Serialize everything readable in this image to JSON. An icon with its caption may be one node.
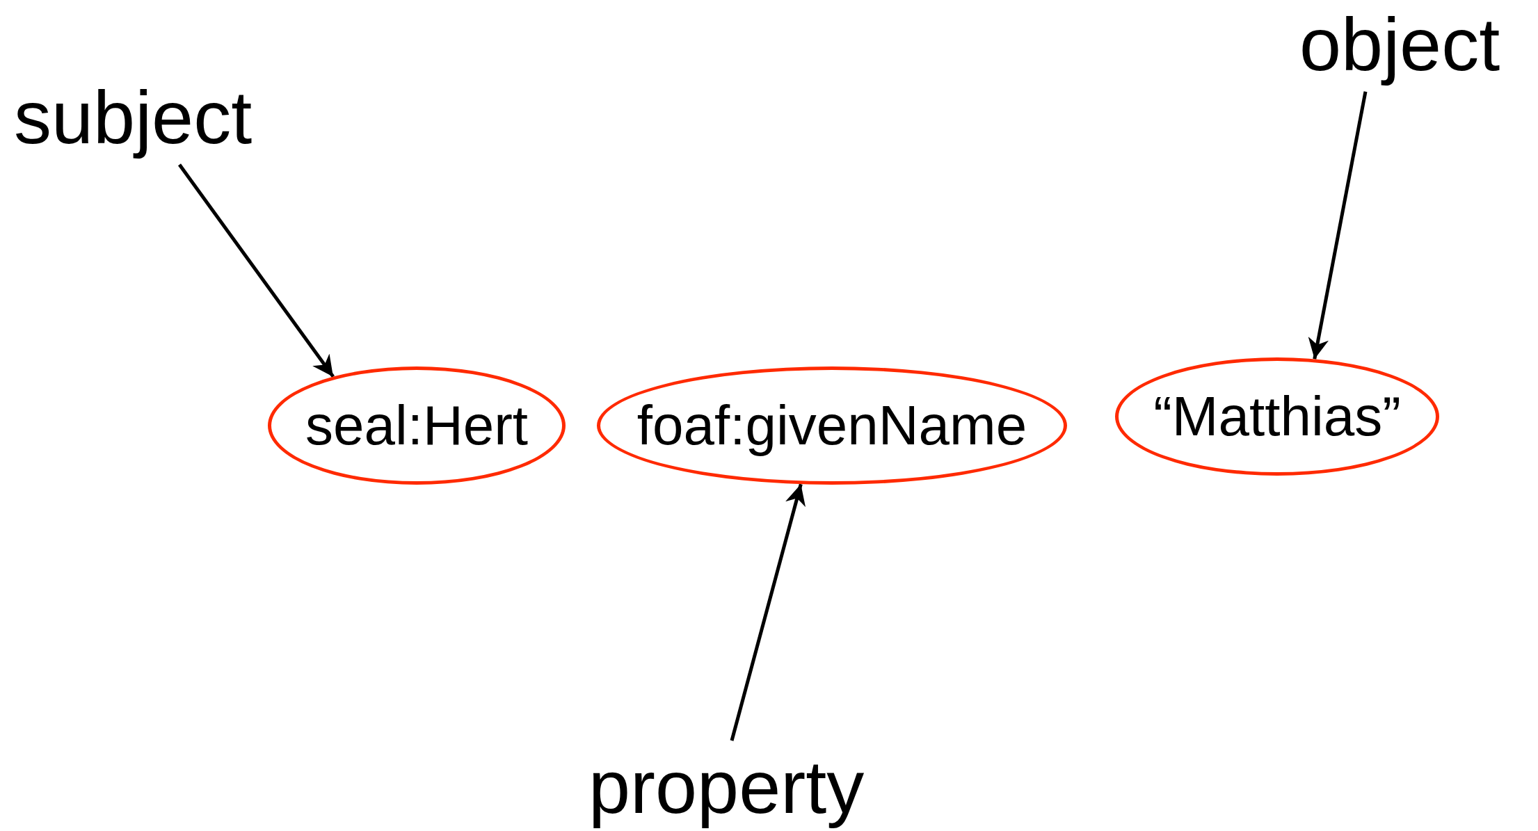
{
  "diagram": {
    "nodes": [
      {
        "text": [
          "subject"
        ]
      },
      {
        "text": [
          "object"
        ]
      },
      {
        "text": [
          "seal:Hert"
        ]
      },
      {
        "text": [
          "foaf:givenName"
        ]
      },
      {
        "text": [
          "“Matthias”"
        ]
      },
      {
        "text": [
          "property"
        ]
      }
    ],
    "edges": [
      {
        "from": 0,
        "to": 2,
        "arrow": "to"
      },
      {
        "from": 1,
        "to": 4,
        "arrow": "to"
      },
      {
        "from": 5,
        "to": 3,
        "arrow": "to"
      }
    ]
  }
}
